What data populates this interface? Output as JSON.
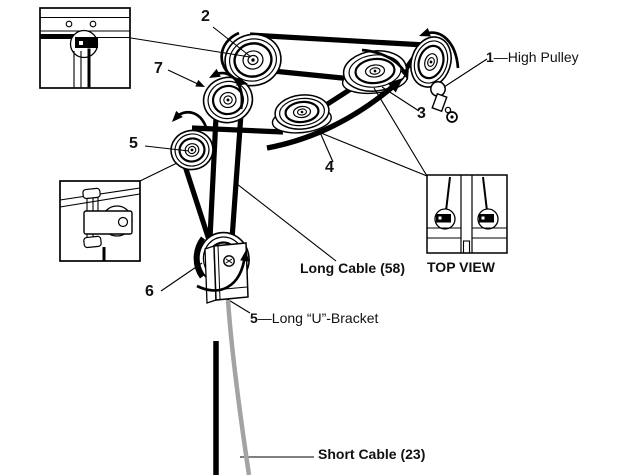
{
  "figure": {
    "background": "#ffffff",
    "ink_color": "#000000",
    "short_cable_color": "#a3a3a3"
  },
  "labels": {
    "n1_num": "1",
    "n1_text": "—High Pulley",
    "n2": "2",
    "n3": "3",
    "n4": "4",
    "n5": "5",
    "n6": "6",
    "n7": "7",
    "long_cable": "Long Cable (58)",
    "top_view": "TOP VIEW",
    "bracket_num": "5",
    "bracket_text": "—Long “U”-Bracket",
    "short_cable": "Short Cable (23)"
  },
  "icons": [
    "high-pulley-icon",
    "pulley-icon",
    "u-bracket-icon",
    "hook-icon",
    "rotation-arrow-icon",
    "cable-line-icon",
    "frame-anchor-detail-icon",
    "bracket-mount-detail-icon",
    "top-view-detail-icon"
  ]
}
